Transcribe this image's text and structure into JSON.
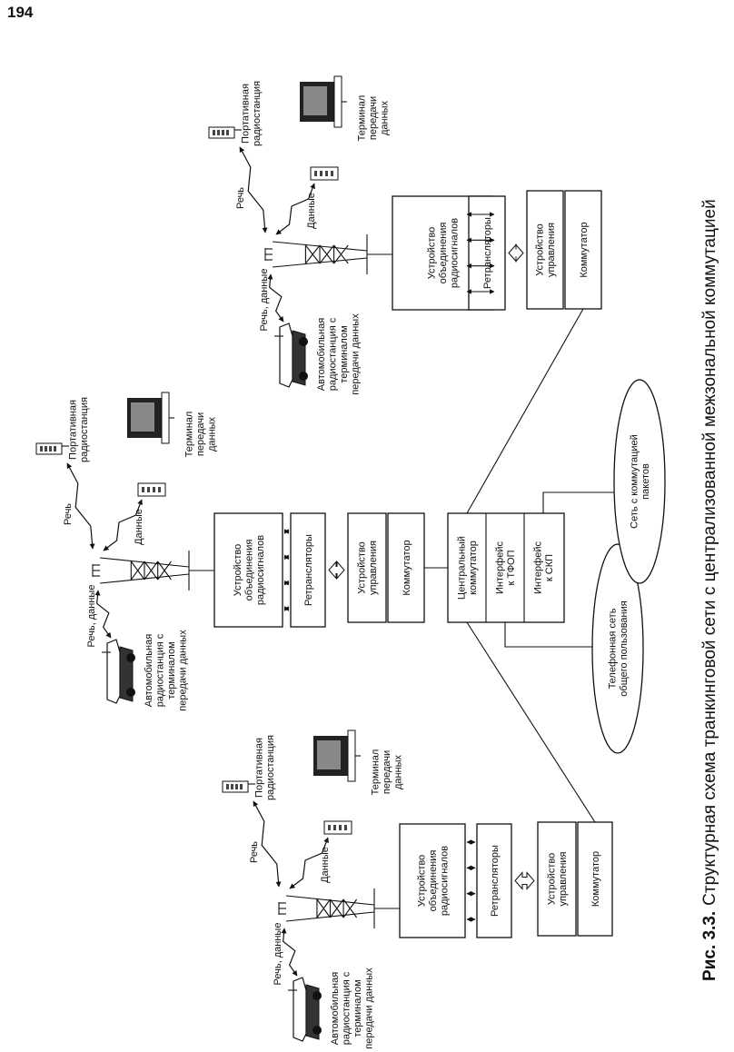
{
  "page_number": "194",
  "caption": {
    "prefix": "Рис. 3.3.",
    "text": "Структурная схема транкинговой сети с централизованной межзональной коммутацией"
  },
  "site_labels": {
    "combiner": [
      "Устройство",
      "объединения",
      "радиосигналов"
    ],
    "repeaters": "Ретрансляторы",
    "controller": [
      "Устройство",
      "управления"
    ],
    "switch": "Коммутатор",
    "speech": "Речь",
    "data": "Данные",
    "speech_data": "Речь, данные",
    "portable": [
      "Портативная",
      "радиостанция"
    ],
    "terminal": [
      "Терминал",
      "передачи",
      "данных"
    ],
    "vehicle": [
      "Автомобильная",
      "радиостанция с",
      "терминалом",
      "передачи данных"
    ]
  },
  "center": {
    "central_switch": [
      "Центральный",
      "коммутатор"
    ],
    "pstn_interface": [
      "Интерфейс",
      "к ТФОП"
    ],
    "psn_interface": [
      "Интерфейс",
      "к СКП"
    ]
  },
  "networks": {
    "pstn": [
      "Телефонная сеть",
      "общего пользования"
    ],
    "psn": [
      "Сеть с коммутацией",
      "пакетов"
    ]
  },
  "icons": [
    "tower-icon",
    "antenna-icon",
    "portable-radio-icon",
    "terminal-icon",
    "car-icon",
    "modem-icon",
    "lightning-icon",
    "double-arrow-icon"
  ]
}
